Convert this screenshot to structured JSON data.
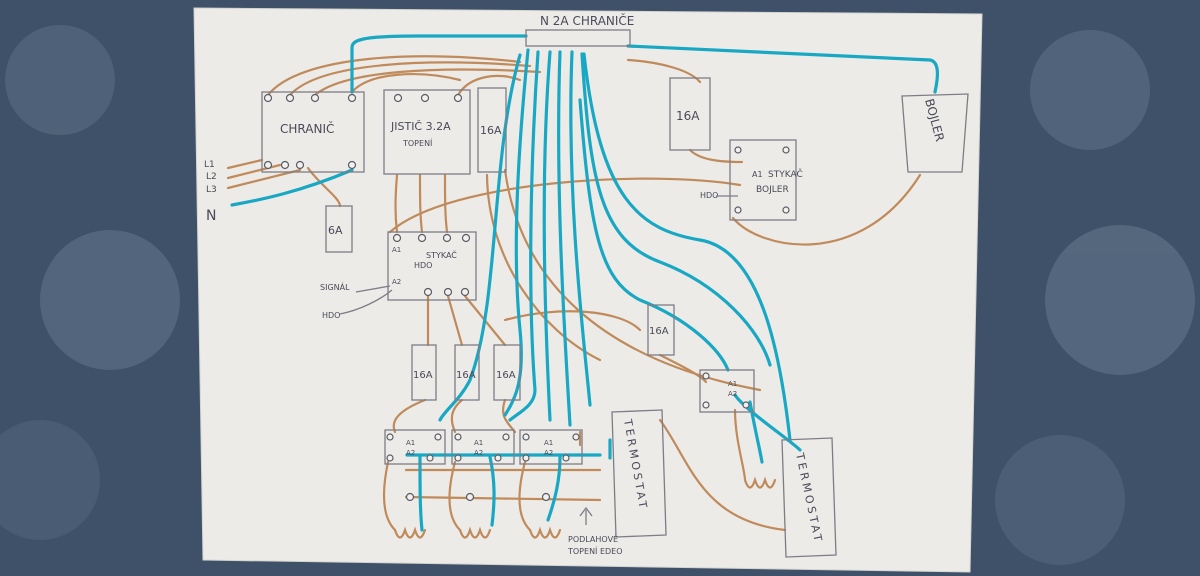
{
  "labels": {
    "neutral_bar": "N 2A CHRANIČE",
    "chranic": "CHRANIČ",
    "jistic_topeni": "JISTIČ 3.2A",
    "jistic_topeni_sub": "TOPENÍ",
    "breaker_16a_top": "16A",
    "breaker_16a_right": "16A",
    "boiler": "BOJLER",
    "stykac_bojler": "STYKAČ",
    "stykac_bojler_sub": "BOJLER",
    "stykac_bojler_a1": "A1",
    "hdo_right": "HDO",
    "breaker_6a": "6A",
    "stykac_hdo": "STYKAČ",
    "stykac_hdo_sub": "HDO",
    "stykac_hdo_a1": "A1",
    "stykac_hdo_a2": "A2",
    "signal": "SIGNÁL",
    "signal_hdo": "HDO",
    "breaker_16a_a": "16A",
    "breaker_16a_b": "16A",
    "breaker_16a_c": "16A",
    "breaker_16a_mid": "16A",
    "relay_a1_a": "A1",
    "relay_a2_a": "A2",
    "relay_a1_b": "A1",
    "relay_a2_b": "A2",
    "relay_a1_c": "A1",
    "relay_a2_c": "A2",
    "relay_small_a1": "A1",
    "relay_small_a2": "A2",
    "termostat": "TERMOSTAT",
    "termostat_right": "TERMOSTAT",
    "floor_line1": "PODLAHOVÉ",
    "floor_line2": "TOPENÍ  EDEO",
    "input_l1": "L1",
    "input_l2": "L2",
    "input_l3": "L3",
    "input_n": "N"
  }
}
